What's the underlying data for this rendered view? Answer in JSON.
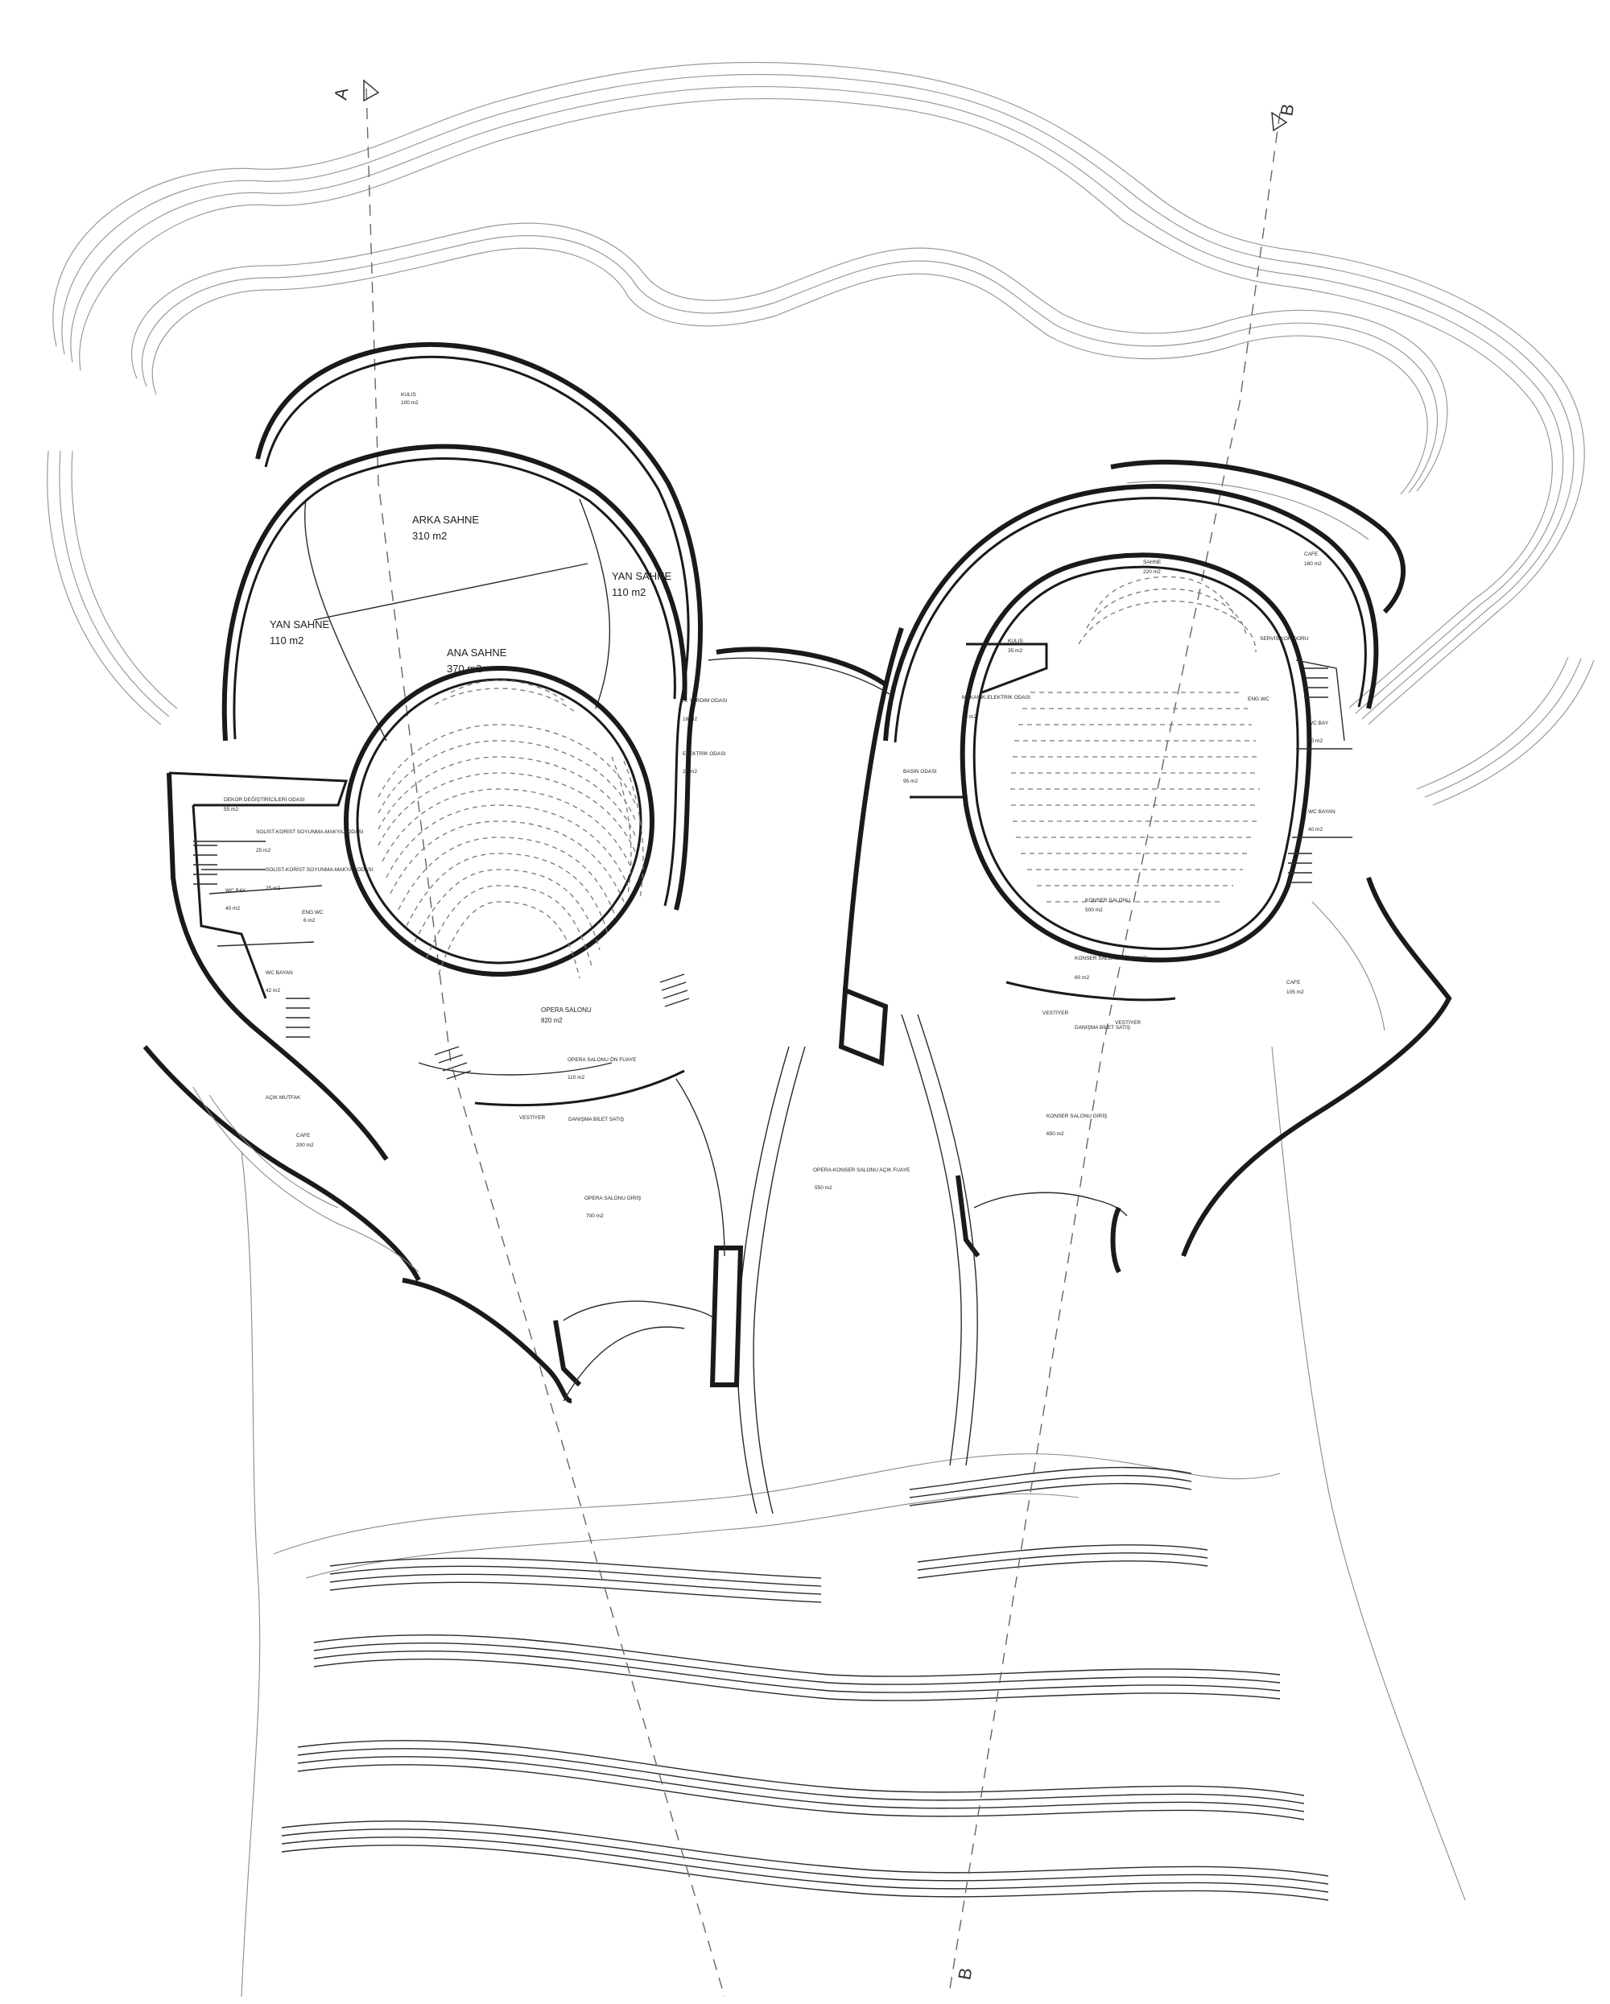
{
  "section_markers": {
    "a_top": "A",
    "b_top": "B",
    "b_bottom": "B"
  },
  "rooms": {
    "kulis_1": {
      "name": "KULIS",
      "area": "100 m2"
    },
    "arka_sahne": {
      "name": "ARKA SAHNE",
      "area": "310 m2"
    },
    "yan_sahne_left": {
      "name": "YAN SAHNE",
      "area": "110 m2"
    },
    "yan_sahne_right": {
      "name": "YAN SAHNE",
      "area": "110 m2"
    },
    "ana_sahne": {
      "name": "ANA SAHNE",
      "area": "370 m2"
    },
    "ilk_yardim": {
      "name": "İLK YARDIM ODASI",
      "area": "18 m2"
    },
    "elektrik": {
      "name": "ELEKTRİK ODASI",
      "area": "20 m2"
    },
    "dekor": {
      "name": "DEKOR DEĞİŞTİRİCİLERİ ODASI",
      "area": "55 m2"
    },
    "solist_1": {
      "name": "SOLİST-KORİST SOYUNMA-MAKYAJ ODASI",
      "area": "25 m2"
    },
    "solist_2": {
      "name": "SOLİST-KORİST SOYUNMA-MAKYAJ ODASI",
      "area": "25 m2"
    },
    "wc_bay_left": {
      "name": "WC BAY",
      "area": "40 m2"
    },
    "wc_bayan_left": {
      "name": "WC BAYAN",
      "area": "42 m2"
    },
    "engelli_wc_left": {
      "name": "ENG.WC",
      "area": "6 m2"
    },
    "opera_salonu": {
      "name": "OPERA SALONU",
      "area": "820 m2"
    },
    "opera_on_fuaye": {
      "name": "OPERA SALONU ÖN FUAYE",
      "area": "110 m2"
    },
    "danisma_left": {
      "name": "DANIŞMA BİLET SATIŞ",
      "area": ""
    },
    "vestiyer_left": {
      "name": "VESTİYER",
      "area": ""
    },
    "cafe_left": {
      "name": "CAFE",
      "area": "200 m2"
    },
    "acik_mutfak": {
      "name": "AÇIK MUTFAK",
      "area": ""
    },
    "opera_giris": {
      "name": "OPERA SALONU GİRİŞ",
      "area": "700 m2"
    },
    "acik_fuaye": {
      "name": "OPERA-KONSER SALONU AÇIK FUAYE",
      "area": "550 m2"
    },
    "sahne_right": {
      "name": "SAHNE",
      "area": "220 m2"
    },
    "cafe_top_right": {
      "name": "CAFE",
      "area": "160 m2"
    },
    "servis": {
      "name": "SERVİS KORİDORU",
      "area": ""
    },
    "kulis_2": {
      "name": "KULIS",
      "area": "35 m2"
    },
    "mekanik": {
      "name": "MEKANİK-ELEKTRİK ODASI",
      "area": "24 m2"
    },
    "basin": {
      "name": "BASIN ODASI",
      "area": "95 m2"
    },
    "eng_wc_right": {
      "name": "ENG.WC",
      "area": ""
    },
    "wc_bay_right": {
      "name": "WC BAY",
      "area": "40 m2"
    },
    "wc_bayan_right": {
      "name": "WC BAYAN",
      "area": "40 m2"
    },
    "konser_salonu": {
      "name": "KONSER SALONU",
      "area": "500 m2"
    },
    "konser_on_fuaye": {
      "name": "KONSER SALONU ÖN FUAYE",
      "area": "60 m2"
    },
    "danisma_right": {
      "name": "DANIŞMA BİLET SATIŞ",
      "area": ""
    },
    "vestiyer_right_1": {
      "name": "VESTİYER",
      "area": ""
    },
    "vestiyer_right_2": {
      "name": "VESTİYER",
      "area": ""
    },
    "cafe_right": {
      "name": "CAFE",
      "area": "105 m2"
    },
    "konser_giris": {
      "name": "KONSER SALONU GİRİŞ",
      "area": "650 m2"
    }
  }
}
